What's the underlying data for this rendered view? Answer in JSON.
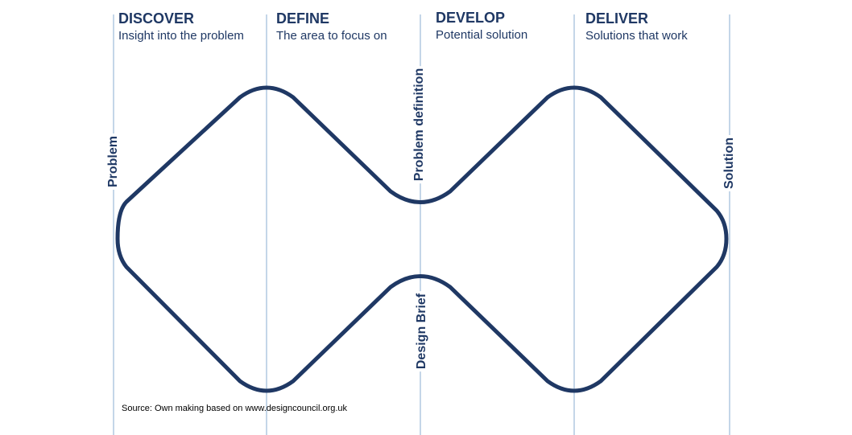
{
  "phases": [
    {
      "title": "DISCOVER",
      "subtitle": "Insight into the problem"
    },
    {
      "title": "DEFINE",
      "subtitle": "The area to focus on"
    },
    {
      "title": "DEVELOP",
      "subtitle": "Potential solution"
    },
    {
      "title": "DELIVER",
      "subtitle": "Solutions that work"
    }
  ],
  "milestones": {
    "start": "Problem",
    "problem_definition": "Problem definition",
    "design_brief": "Design Brief",
    "end": "Solution"
  },
  "source": "Source: Own making based on www.designcouncil.org.uk",
  "colors": {
    "shape_stroke": "#1f3864",
    "text": "#1f3864",
    "guide_lines": "#9dbbd8"
  }
}
